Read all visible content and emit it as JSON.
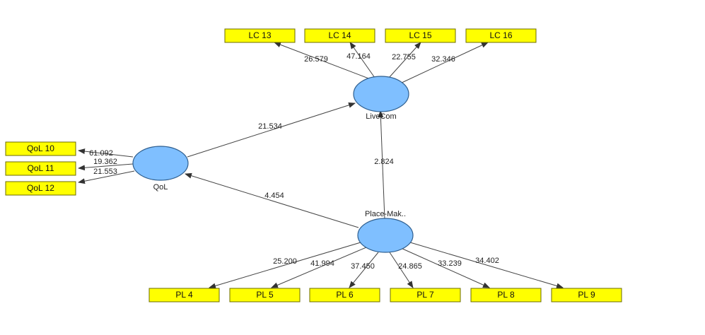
{
  "latent": {
    "livecom": {
      "label": "LiveCom"
    },
    "qol": {
      "label": "QoL"
    },
    "placemak": {
      "label": "Place-Mak.."
    }
  },
  "indicators": {
    "lc13": "LC 13",
    "lc14": "LC 14",
    "lc15": "LC 15",
    "lc16": "LC 16",
    "qol10": "QoL 10",
    "qol11": "QoL 11",
    "qol12": "QoL 12",
    "pl4": "PL 4",
    "pl5": "PL 5",
    "pl6": "PL 6",
    "pl7": "PL 7",
    "pl8": "PL 8",
    "pl9": "PL 9"
  },
  "weights": {
    "livecom_lc13": "26.579",
    "livecom_lc14": "47.164",
    "livecom_lc15": "22.755",
    "livecom_lc16": "32.346",
    "qol_qol10": "61.092",
    "qol_qol11": "19.362",
    "qol_qol12": "21.553",
    "qol_livecom": "21.534",
    "placemak_livecom": "2.824",
    "placemak_qol": "4.454",
    "placemak_pl4": "25.200",
    "placemak_pl5": "41.994",
    "placemak_pl6": "37.450",
    "placemak_pl7": "24.865",
    "placemak_pl8": "33.239",
    "placemak_pl9": "34.402"
  },
  "colors": {
    "indicator_fill": "#ffff00",
    "latent_fill": "#7fbfff",
    "edge": "#444444"
  }
}
